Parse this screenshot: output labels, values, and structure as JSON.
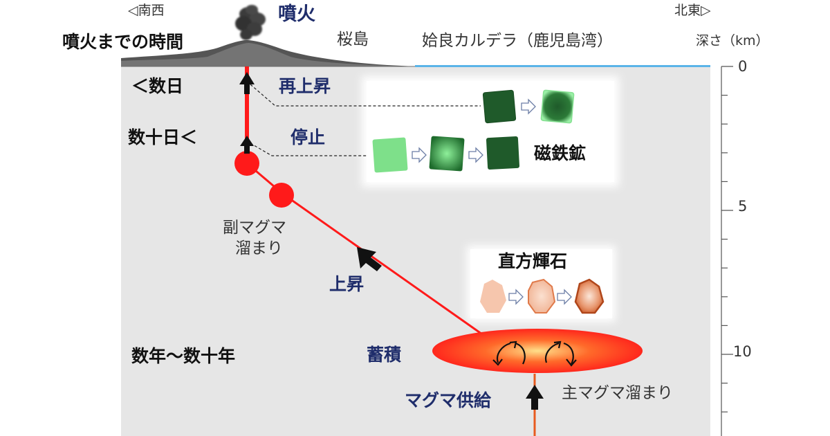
{
  "header": {
    "south_west": "◁南西",
    "north_east": "北東▷",
    "eruption": "噴火",
    "time_to_eruption": "噴火までの時間",
    "sakurajima": "桜島",
    "aira_caldera": "姶良カルデラ（鹿児島湾）",
    "depth_label": "深さ（km）"
  },
  "depth_axis": {
    "ticks": [
      "0",
      "5",
      "10"
    ]
  },
  "time_labels": {
    "days": "＜数日",
    "tens_of_days": "数十日＜",
    "years": "数年〜数十年"
  },
  "process_labels": {
    "reascent": "再上昇",
    "stop": "停止",
    "ascent": "上昇",
    "accumulation": "蓄積",
    "magma_supply": "マグマ供給"
  },
  "reservoir_labels": {
    "sub_reservoir_line1": "副マグマ",
    "sub_reservoir_line2": "溜まり",
    "main_reservoir": "主マグマ溜まり"
  },
  "minerals": {
    "magnetite": "磁鉄鉱",
    "orthopyroxene": "直方輝石"
  },
  "colors": {
    "background": "#e6e6e6",
    "sea": "#5ab4e8",
    "magma_red": "#ff1a1a",
    "reservoir_orange": "#f04a1e",
    "magnetite_green": "#1f5a2a",
    "magnetite_light": "#7ee08a",
    "pyroxene_light": "#f6c6ad",
    "pyroxene_dark": "#c8501c",
    "label_navy": "#1f2d6b"
  }
}
